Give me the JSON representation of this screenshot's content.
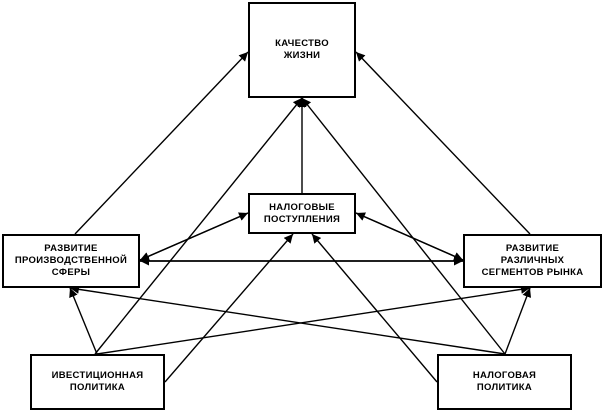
{
  "nodes": {
    "quality": {
      "label": "КАЧЕСТВО\nЖИЗНИ"
    },
    "tax_rev": {
      "label": "НАЛОГОВЫЕ\nПОСТУПЛЕНИЯ"
    },
    "prod": {
      "label": "РАЗВИТИЕ\nПРОИЗВОДСТВЕННОЙ\nСФЕРЫ"
    },
    "market": {
      "label": "РАЗВИТИЕ\nРАЗЛИЧНЫХ\nСЕГМЕНТОВ РЫНКА"
    },
    "invest": {
      "label": "ИВЕСТИЦИОННАЯ\nПОЛИТИКА"
    },
    "taxpol": {
      "label": "НАЛОГОВАЯ\nПОЛИТИКА"
    }
  },
  "edges": [
    {
      "from": "prod",
      "to": "quality"
    },
    {
      "from": "market",
      "to": "quality"
    },
    {
      "from": "tax_rev",
      "to": "quality"
    },
    {
      "from": "invest",
      "to": "quality"
    },
    {
      "from": "taxpol",
      "to": "quality"
    },
    {
      "from": "prod",
      "to": "tax_rev"
    },
    {
      "from": "tax_rev",
      "to": "prod"
    },
    {
      "from": "market",
      "to": "tax_rev"
    },
    {
      "from": "tax_rev",
      "to": "market"
    },
    {
      "from": "prod",
      "to": "market"
    },
    {
      "from": "market",
      "to": "prod"
    },
    {
      "from": "invest",
      "to": "prod"
    },
    {
      "from": "invest",
      "to": "market"
    },
    {
      "from": "invest",
      "to": "tax_rev"
    },
    {
      "from": "taxpol",
      "to": "prod"
    },
    {
      "from": "taxpol",
      "to": "market"
    },
    {
      "from": "taxpol",
      "to": "tax_rev"
    }
  ]
}
